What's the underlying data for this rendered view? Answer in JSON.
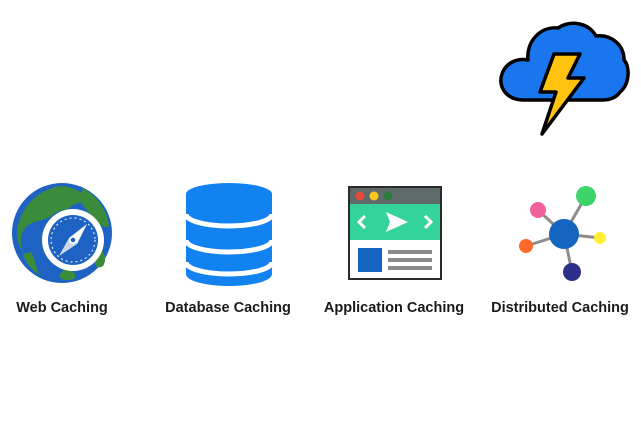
{
  "icons": {
    "cloud": "cloud-lightning-icon",
    "web": "globe-compass-icon",
    "database": "database-icon",
    "application": "browser-window-icon",
    "distributed": "network-nodes-icon"
  },
  "items": [
    {
      "label": "Web Caching"
    },
    {
      "label": "Database Caching"
    },
    {
      "label": "Application Caching"
    },
    {
      "label": "Distributed Caching"
    }
  ],
  "colors": {
    "cloud_blue": "#1976ee",
    "bolt_yellow": "#ffc20e",
    "globe_green": "#3a8b3a",
    "globe_blue": "#1e63c4",
    "db_blue": "#1282f0",
    "browser_green": "#34d399",
    "node_blue": "#1565c0"
  }
}
